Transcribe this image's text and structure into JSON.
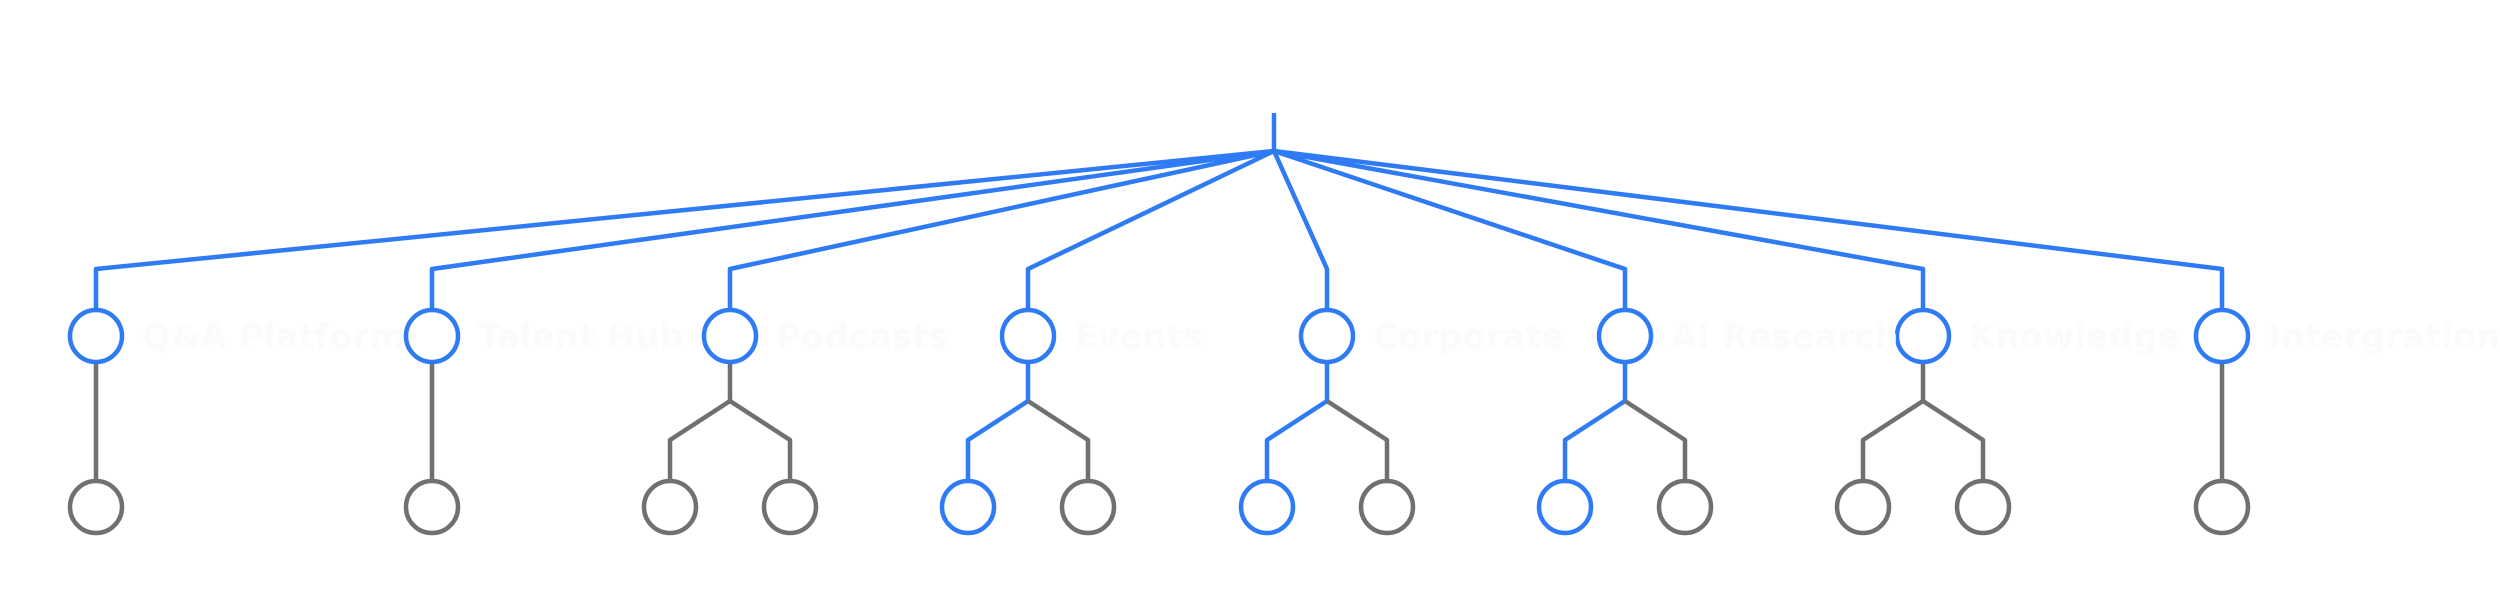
{
  "diagram": {
    "type": "tree",
    "colors": {
      "active": "#2F7BF5",
      "inactive": "#707070",
      "label": "#FBFBFB",
      "background": "#FFFFFF"
    },
    "root": {
      "id": "root",
      "active": true
    },
    "children": [
      {
        "id": "qa-platform",
        "label": "Q&A Platform",
        "active": true,
        "children": [
          {
            "id": "qa-platform-child-1",
            "active": false
          }
        ]
      },
      {
        "id": "talent-hub",
        "label": "Talent Hub",
        "active": true,
        "children": [
          {
            "id": "talent-hub-child-1",
            "active": false
          }
        ]
      },
      {
        "id": "podcasts",
        "label": "Podcasts",
        "active": true,
        "children": [
          {
            "id": "podcasts-child-1",
            "active": false
          },
          {
            "id": "podcasts-child-2",
            "active": false
          }
        ]
      },
      {
        "id": "events",
        "label": "Events",
        "active": true,
        "children": [
          {
            "id": "events-child-1",
            "active": true
          },
          {
            "id": "events-child-2",
            "active": false
          }
        ]
      },
      {
        "id": "corporate",
        "label": "Corporate",
        "active": true,
        "children": [
          {
            "id": "corporate-child-1",
            "active": true
          },
          {
            "id": "corporate-child-2",
            "active": false
          }
        ]
      },
      {
        "id": "ai-research",
        "label": "AI Research",
        "active": true,
        "children": [
          {
            "id": "ai-research-child-1",
            "active": true
          },
          {
            "id": "ai-research-child-2",
            "active": false
          }
        ]
      },
      {
        "id": "knowledge",
        "label": "Knowledge",
        "active": true,
        "children": [
          {
            "id": "knowledge-child-1",
            "active": false
          },
          {
            "id": "knowledge-child-2",
            "active": false
          }
        ]
      },
      {
        "id": "integrations",
        "label": "Intergrations",
        "active": true,
        "children": [
          {
            "id": "integrations-child-1",
            "active": false
          }
        ]
      }
    ]
  }
}
